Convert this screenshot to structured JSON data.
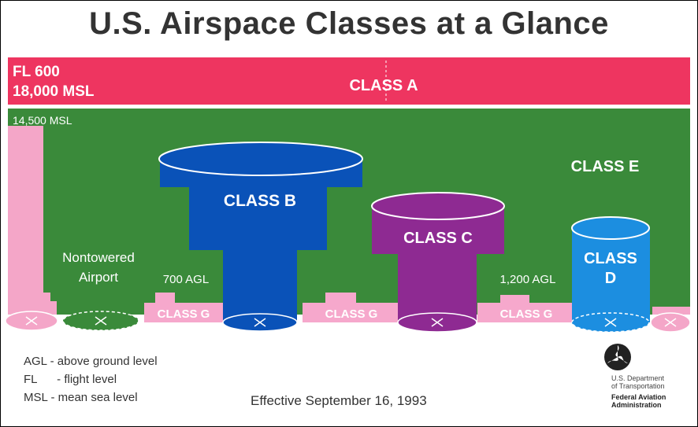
{
  "title": "U.S. Airspace Classes at a Glance",
  "altitudes": {
    "fl600": "FL 600",
    "msl18000": "18,000 MSL",
    "msl14500": "14,500 MSL",
    "agl700": "700 AGL",
    "agl1200": "1,200 AGL"
  },
  "classes": {
    "a": "CLASS A",
    "b": "CLASS B",
    "c": "CLASS C",
    "d_line1": "CLASS",
    "d_line2": "D",
    "e": "CLASS E",
    "g": "CLASS G"
  },
  "nontowered": {
    "line1": "Nontowered",
    "line2": "Airport"
  },
  "legend": [
    {
      "abbr": "AGL",
      "text": "- above ground level"
    },
    {
      "abbr": "FL",
      "text": "- flight level"
    },
    {
      "abbr": "MSL",
      "text": "- mean sea level"
    }
  ],
  "effective": "Effective September 16, 1993",
  "agency": {
    "dept_line1": "U.S. Department",
    "dept_line2": "of Transportation",
    "faa_line1": "Federal Aviation",
    "faa_line2": "Administration"
  },
  "colors": {
    "class_a": "#ee3560",
    "class_e": "#3a8a3a",
    "class_b": "#0a52b8",
    "class_c": "#8e2a92",
    "class_d": "#1c8ee0",
    "class_g": "#f6a8cc",
    "pink_column": "#f4a6c8"
  }
}
